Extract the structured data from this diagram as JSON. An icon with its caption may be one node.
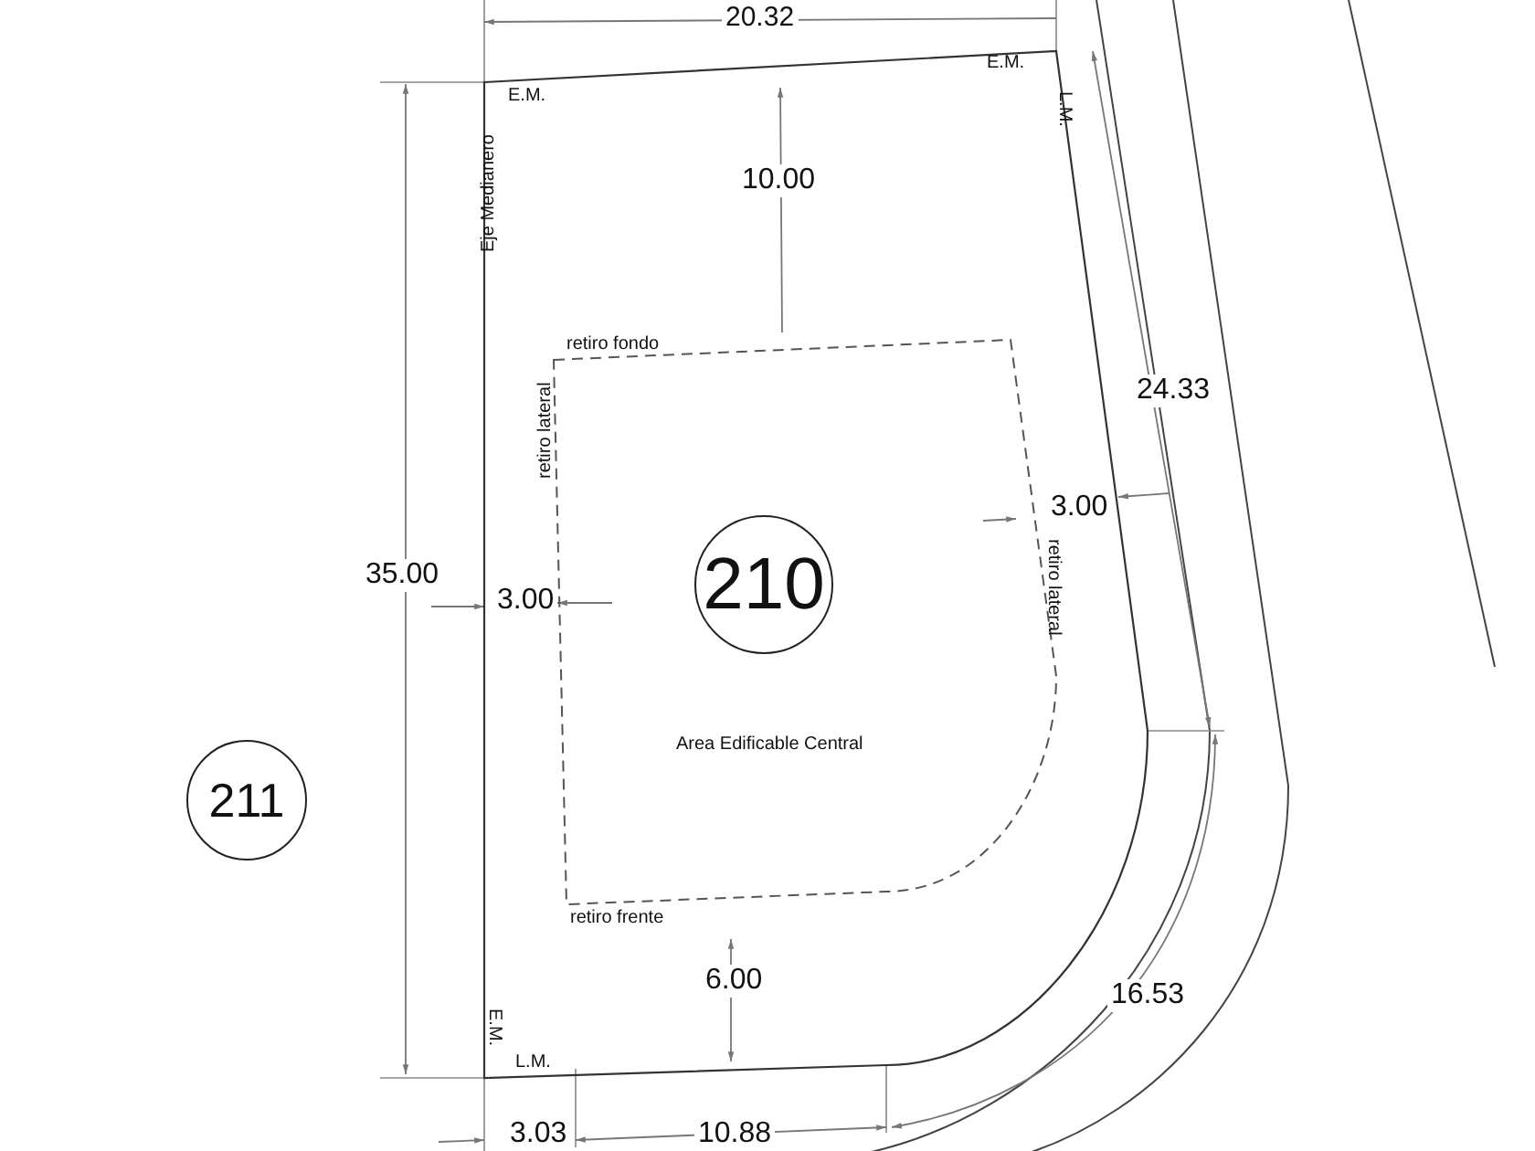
{
  "diagram": {
    "nodes": [
      {
        "text": [
          "211"
        ]
      },
      {
        "text": [
          "Eje Medianero",
          "E.M.",
          "E.M.",
          "L.M.",
          "E.M.",
          "L.M."
        ]
      },
      {
        "text": [
          "Area Edificable Central",
          "retiro fondo",
          "retiro lateral",
          "retiro lateral",
          "retiro frente"
        ],
        "in": 1
      },
      {
        "text": [
          "210"
        ],
        "in": 2
      }
    ],
    "labels": [
      "20.32",
      "10.00",
      "24.33",
      "3.00",
      "35.00",
      "3.00",
      "6.00",
      "16.53",
      "3.03",
      "10.88"
    ]
  }
}
